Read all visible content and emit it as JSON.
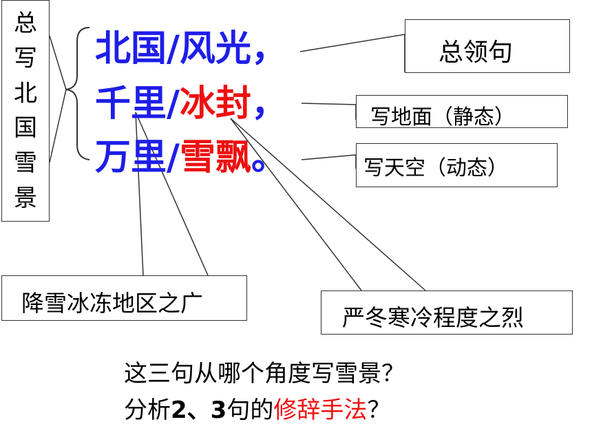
{
  "side_title": [
    "总",
    "写",
    "北",
    "国",
    "雪",
    "景"
  ],
  "poem": {
    "line1": {
      "a": "北国/风光",
      "p": "，"
    },
    "line2": {
      "a": "千里/",
      "b": "冰封",
      "p": "，"
    },
    "line3": {
      "a": "万里/",
      "b": "雪飘",
      "p": "。"
    }
  },
  "labels": {
    "summary": "总领句",
    "ground": "写地面（静态）",
    "sky": "写天空（动态）",
    "wide": "降雪冰冻地区之广",
    "cold": "严冬寒冷程度之烈"
  },
  "questions": {
    "q1": "这三句从哪个角度写雪景？",
    "q2_a": "分析",
    "q2_b": "2、3",
    "q2_c": "句的",
    "q2_d": "修辞手法",
    "q2_e": "？"
  }
}
